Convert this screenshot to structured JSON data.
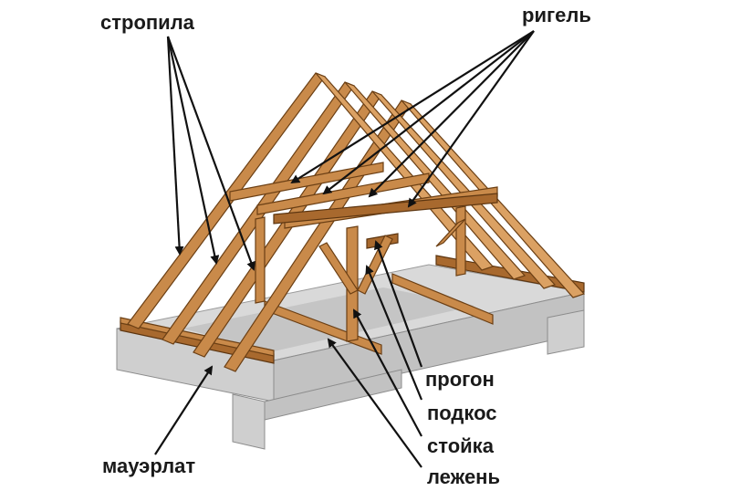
{
  "labels": {
    "rafters": "стропила",
    "crossbeam": "ригель",
    "purlin": "прогон",
    "strut": "подкос",
    "post": "стойка",
    "wall_plate": "мауэрлат",
    "sill": "лежень"
  },
  "colors": {
    "wood": "#c98a4a",
    "wood_outline": "#6b3f14",
    "concrete": "#d9d9d9",
    "arrow": "#111111"
  }
}
